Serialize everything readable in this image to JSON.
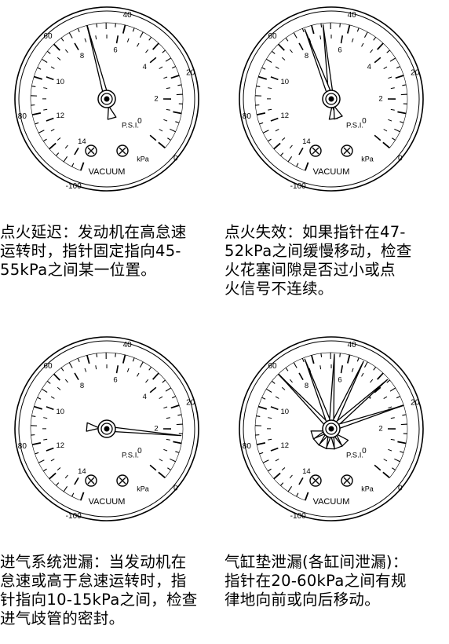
{
  "gauge_labels": {
    "kpa_left": [
      "-100",
      "80",
      "60"
    ],
    "kpa_right": [
      "40",
      "20",
      "0",
      "0"
    ],
    "psi": [
      "14",
      "12",
      "10",
      "8",
      "6",
      "4",
      "2"
    ],
    "psi_mark": "P.S.I.",
    "kpa_unit": "kPa",
    "vacuum": "VACUUM"
  },
  "panels": [
    {
      "id": "ignition-delay",
      "caption": "点火延迟：发动机在高怠速\n运转时，指针固定指向45-\n55kPa之间某一位置。",
      "needle_kpa": [
        50
      ]
    },
    {
      "id": "misfire",
      "caption": "点火失效：如果指针在47-\n52kPa之间缓慢移动，检查\n火花塞间隙是否过小或点\n火信号不连续。",
      "needle_kpa": [
        47,
        52
      ]
    },
    {
      "id": "intake-leak",
      "caption": "进气系统泄漏：当发动机在\n怠速或高于怠速运转时，指\n针指向10-15kPa之间，检查\n进气歧管的密封。",
      "needle_kpa": [
        12
      ]
    },
    {
      "id": "head-gasket-leak",
      "caption": "气缸垫泄漏(各缸间泄漏)：\n指针在20-60kPa之间有规\n律地向前或向后移动。",
      "needle_kpa": [
        60,
        52,
        44,
        36,
        28,
        20
      ]
    }
  ]
}
